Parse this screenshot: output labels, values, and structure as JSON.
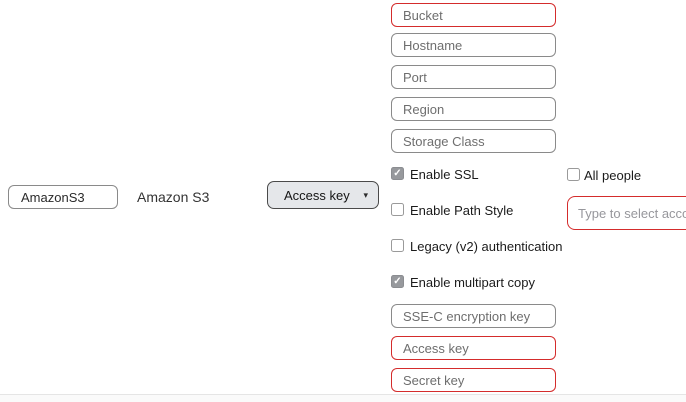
{
  "connection": {
    "name_value": "AmazonS3",
    "type_label": "Amazon S3",
    "auth_method_value": "Access key"
  },
  "fields": {
    "bucket": {
      "placeholder": "Bucket",
      "required": true
    },
    "hostname": {
      "placeholder": "Hostname",
      "required": false
    },
    "port": {
      "placeholder": "Port",
      "required": false
    },
    "region": {
      "placeholder": "Region",
      "required": false
    },
    "storage_class": {
      "placeholder": "Storage Class",
      "required": false
    },
    "sse_c": {
      "placeholder": "SSE-C encryption key",
      "required": false
    },
    "access_key": {
      "placeholder": "Access key",
      "required": true
    },
    "secret_key": {
      "placeholder": "Secret key",
      "required": true
    }
  },
  "checkboxes": {
    "enable_ssl": {
      "label": "Enable SSL",
      "checked": true
    },
    "enable_path_style": {
      "label": "Enable Path Style",
      "checked": false
    },
    "legacy_v2": {
      "label": "Legacy (v2) authentication",
      "checked": false
    },
    "enable_multipart_copy": {
      "label": "Enable multipart copy",
      "checked": true
    }
  },
  "sharing": {
    "all_people": {
      "label": "All people",
      "checked": false
    },
    "account_placeholder": "Type to select acco"
  },
  "icons": {
    "check_icon": "✓",
    "chevron_down_icon": "▾"
  },
  "colors": {
    "required_border": "#d42c2c",
    "default_border": "#8a8a8a",
    "checked_fill": "#97999d",
    "dropdown_bg": "#e5e7ea"
  }
}
